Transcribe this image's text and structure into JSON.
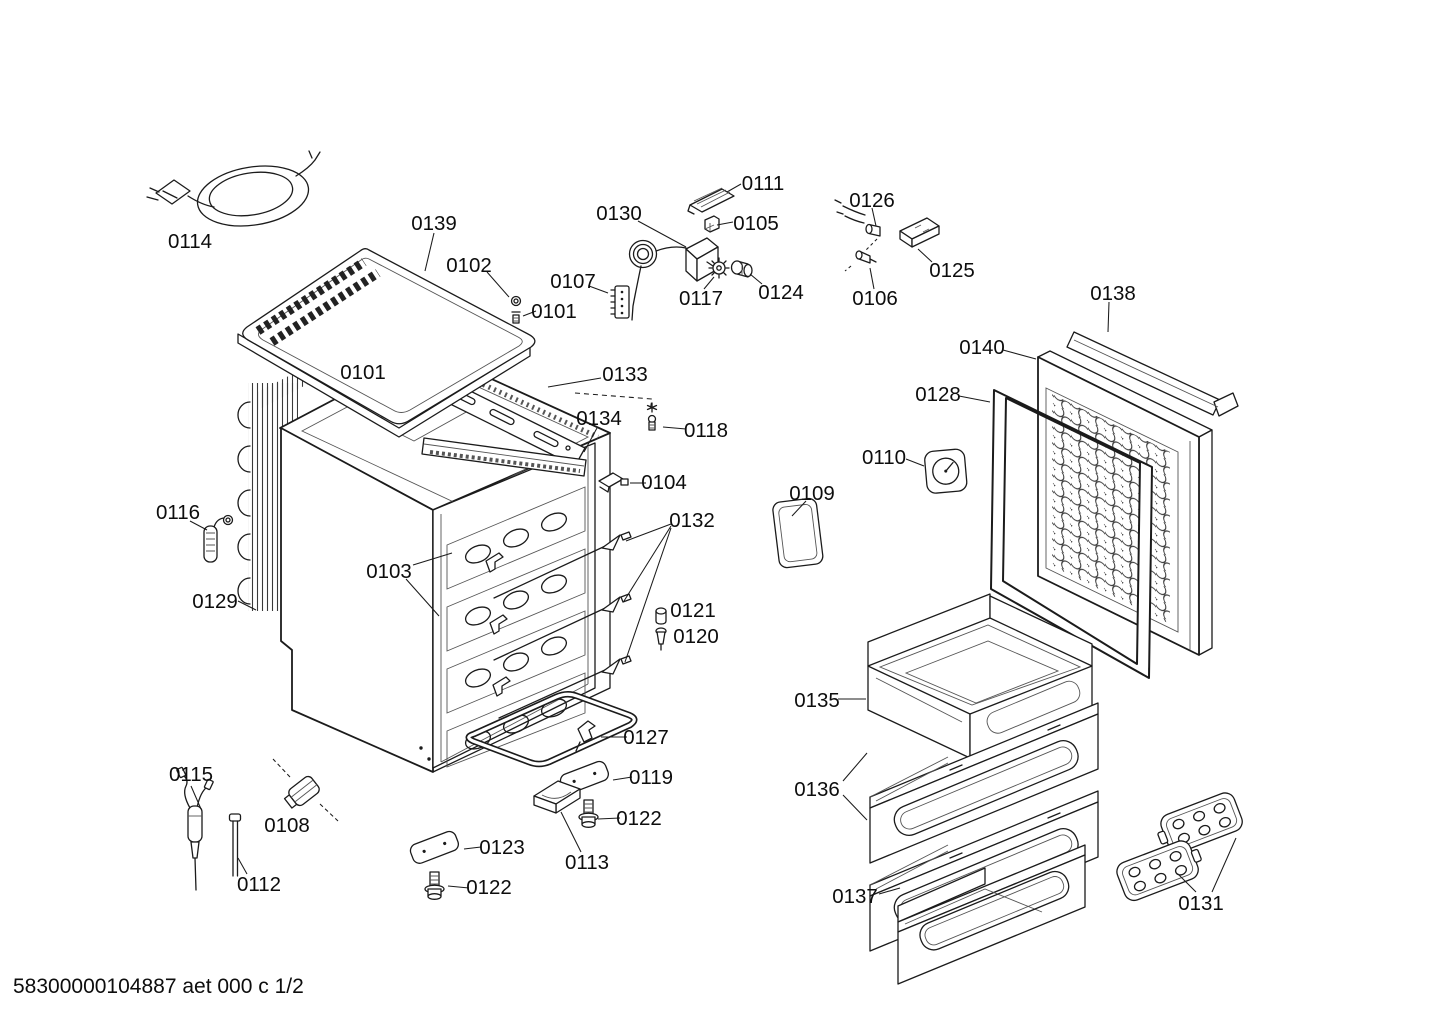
{
  "diagram": {
    "footer": "58300000104887 aet 000 c 1/2",
    "parts": {
      "0101": "0101",
      "0102": "0102",
      "0103": "0103",
      "0104": "0104",
      "0105": "0105",
      "0106": "0106",
      "0107": "0107",
      "0108": "0108",
      "0109": "0109",
      "0110": "0110",
      "0111": "0111",
      "0112": "0112",
      "0113": "0113",
      "0114": "0114",
      "0115": "0115",
      "0116": "0116",
      "0117": "0117",
      "0118": "0118",
      "0119": "0119",
      "0120": "0120",
      "0121": "0121",
      "0122": "0122",
      "0123": "0123",
      "0124": "0124",
      "0125": "0125",
      "0126": "0126",
      "0127": "0127",
      "0128": "0128",
      "0129": "0129",
      "0130": "0130",
      "0131": "0131",
      "0132": "0132",
      "0133": "0133",
      "0134": "0134",
      "0135": "0135",
      "0136": "0136",
      "0137": "0137",
      "0138": "0138",
      "0139": "0139",
      "0140": "0140"
    },
    "colors": {
      "ink": "#1b1b1b",
      "paper": "#ffffff"
    }
  }
}
